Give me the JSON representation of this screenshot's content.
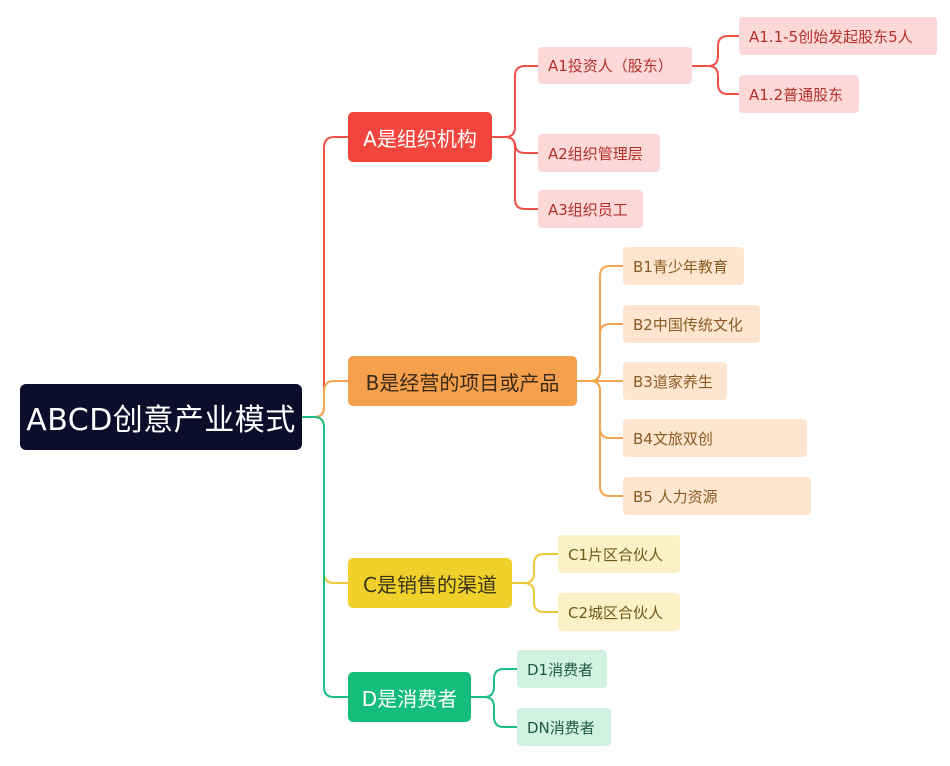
{
  "colors": {
    "root_bg": "#0b0d2a",
    "branch_a": "#f2453d",
    "branch_b": "#f4a04c",
    "branch_c": "#f0d12c",
    "branch_d": "#15bd7d",
    "line_a": "#ef5148",
    "line_b": "#f3a54f",
    "line_c": "#ecc93a",
    "line_d": "#1cbf82"
  },
  "mindmap": {
    "root": "ABCD创意产业模式",
    "branch_a": {
      "label": "A是组织机构",
      "a1": "A1投资人（股东）",
      "a1_1": "A1.1-5创始发起股东5人",
      "a1_2": "A1.2普通股东",
      "a2": "A2组织管理层",
      "a3": "A3组织员工"
    },
    "branch_b": {
      "label": "B是经营的项目或产品",
      "b1": "B1青少年教育",
      "b2": "B2中国传统文化",
      "b3": "B3道家养生",
      "b4": "B4文旅双创",
      "b5": "B5 人力资源"
    },
    "branch_c": {
      "label": "C是销售的渠道",
      "c1": "C1片区合伙人",
      "c2": "C2城区合伙人"
    },
    "branch_d": {
      "label": "D是消费者",
      "d1": "D1消费者",
      "dn": "DN消费者"
    }
  }
}
